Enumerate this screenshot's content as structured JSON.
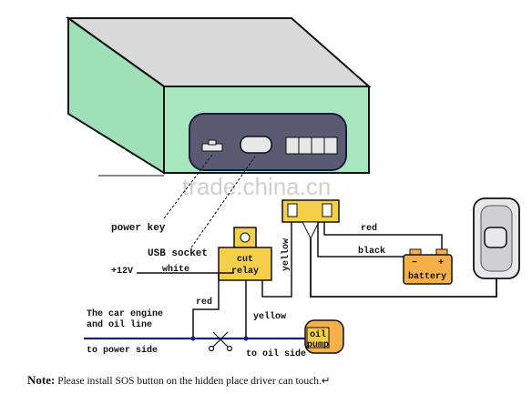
{
  "labels": {
    "power_key": "power key",
    "usb_socket": "USB socket",
    "plus12v": "+12V",
    "white": "white",
    "relay_line1": "cut",
    "relay_line2": "relay",
    "yellow_vertical": "yellow",
    "red_top": "red",
    "black": "black",
    "battery": "battery",
    "battery_minus": "−",
    "battery_plus": "+",
    "engine_line1": "The car engine",
    "engine_line2": "and oil line",
    "red_low": "red",
    "yellow_low": "yellow",
    "to_power_side": "to power side",
    "to_oil_side": "to oil side",
    "oil_line1": "oil",
    "oil_line2": "pump"
  },
  "watermark": "trade.china.cn",
  "note": {
    "prefix": "Note:",
    "text": " Please install SOS button on the hidden place driver can touch.↵"
  },
  "colors": {
    "box_front": "#a8e6c0",
    "box_top": "#d9d9d9",
    "box_side": "#9a9a9a",
    "panel": "#5a5a72",
    "relay_fill": "#f5cf4a",
    "battery_fill": "#f5b04a",
    "wire_blue": "#1a1a8a"
  },
  "icons": [
    "sos-button-icon",
    "connector-icon",
    "scissors-icon"
  ]
}
